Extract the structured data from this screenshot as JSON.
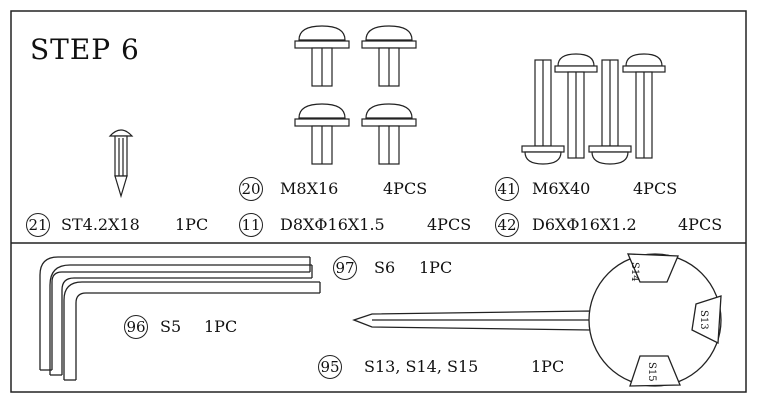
{
  "title": "STEP 6",
  "parts": {
    "p21": {
      "num": "21",
      "code": "ST4.2X18",
      "qty": "1PC"
    },
    "p20": {
      "num": "20",
      "code": "M8X16",
      "qty": "4PCS"
    },
    "p11": {
      "num": "11",
      "code": "D8XΦ16X1.5",
      "qty": "4PCS"
    },
    "p41": {
      "num": "41",
      "code": "M6X40",
      "qty": "4PCS"
    },
    "p42": {
      "num": "42",
      "code": "D6XΦ16X1.2",
      "qty": "4PCS"
    },
    "p97": {
      "num": "97",
      "code": "S6",
      "qty": "1PC"
    },
    "p96": {
      "num": "96",
      "code": "S5",
      "qty": "1PC"
    },
    "p95": {
      "num": "95",
      "code": "S13, S14, S15",
      "qty": "1PC"
    }
  },
  "wrench": {
    "s14": "S14",
    "s13": "S13",
    "s15": "S15"
  }
}
